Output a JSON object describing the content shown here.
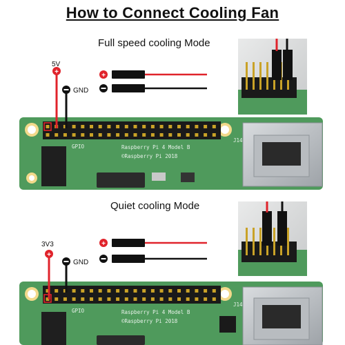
{
  "title": "How to Connect Cooling Fan",
  "sections": [
    {
      "mode": "Full speed cooling Mode",
      "power_pin": "5V",
      "ground_pin": "GND",
      "wire_positive": "+",
      "wire_negative": "−",
      "board": {
        "gpio": "GPIO",
        "model": "Raspberry Pi 4 Model B",
        "copyright": "©Raspberry Pi 2018",
        "j14": "J14"
      }
    },
    {
      "mode": "Quiet cooling Mode",
      "power_pin": "3V3",
      "ground_pin": "GND",
      "wire_positive": "+",
      "wire_negative": "−",
      "board": {
        "gpio": "GPIO",
        "model": "Raspberry Pi 4 Model B",
        "copyright": "©Raspberry Pi 2018",
        "j14": "J14"
      }
    }
  ],
  "colors": {
    "pcb": "#4f9a5c",
    "wire_red": "#e0232b",
    "wire_black": "#111111",
    "header": "#1a1a1a",
    "pin": "#c9a227"
  }
}
